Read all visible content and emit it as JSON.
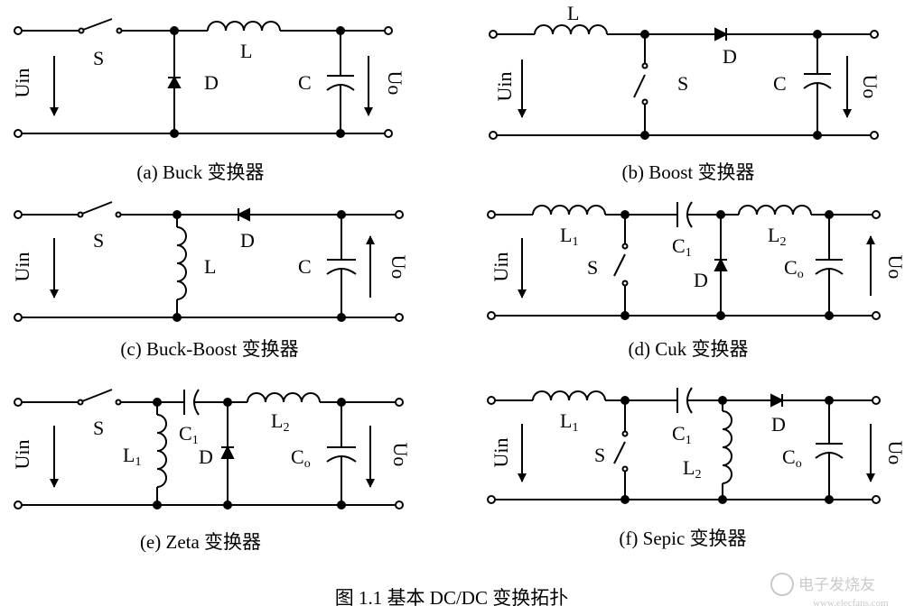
{
  "figure": {
    "caption": "图 1.1   基本 DC/DC 变换拓扑"
  },
  "watermark": {
    "text": "电子发烧友",
    "url": "www.elecfans.com"
  },
  "circuits": {
    "a": {
      "caption": "(a)   Buck 变换器",
      "S": "S",
      "L": "L",
      "D": "D",
      "C": "C",
      "Uin": "Uin",
      "Uo": "Uo"
    },
    "b": {
      "caption": "(b)   Boost 变换器",
      "S": "S",
      "L": "L",
      "D": "D",
      "C": "C",
      "Uin": "Uin",
      "Uo": "Uo"
    },
    "c": {
      "caption": "(c)   Buck-Boost 变换器",
      "S": "S",
      "L": "L",
      "D": "D",
      "C": "C",
      "Uin": "Uin",
      "Uo": "Uo"
    },
    "d": {
      "caption": "(d)   Cuk 变换器",
      "S": "S",
      "L1": "L",
      "L1sub": "1",
      "C1": "C",
      "C1sub": "1",
      "L2": "L",
      "L2sub": "2",
      "D": "D",
      "Co": "C",
      "Cosub": "o",
      "Uin": "Uin",
      "Uo": "Uo"
    },
    "e": {
      "caption": "(e)   Zeta 变换器",
      "S": "S",
      "L1": "L",
      "L1sub": "1",
      "C1": "C",
      "C1sub": "1",
      "L2": "L",
      "L2sub": "2",
      "D": "D",
      "Co": "C",
      "Cosub": "o",
      "Uin": "Uin",
      "Uo": "Uo"
    },
    "f": {
      "caption": "(f)   Sepic 变换器",
      "S": "S",
      "L1": "L",
      "L1sub": "1",
      "C1": "C",
      "C1sub": "1",
      "L2": "L",
      "L2sub": "2",
      "D": "D",
      "Co": "C",
      "Cosub": "o",
      "Uin": "Uin",
      "Uo": "Uo"
    }
  }
}
